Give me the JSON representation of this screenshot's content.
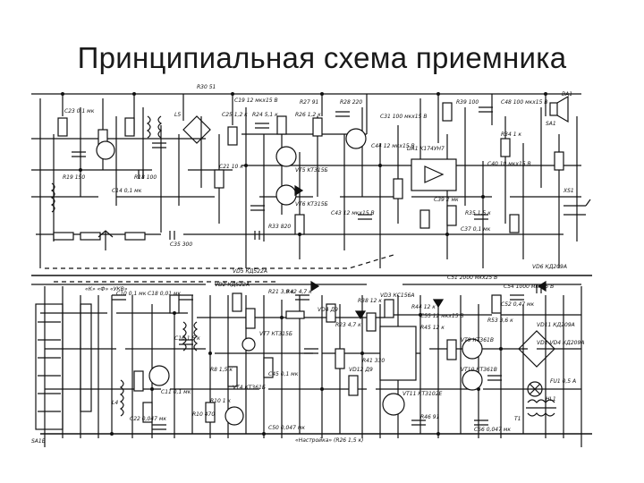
{
  "slide": {
    "title": "Принципиальная схема приемника"
  },
  "schematic": {
    "labels": [
      "R30 51",
      "C19 12 мкх15 В",
      "R27 91",
      "R28 220",
      "R39 100",
      "C48 100 мкх15 В",
      "BA1",
      "C23 0,1 мк",
      "R24 5,1 к",
      "R26 1,2 к",
      "C25 1,2 к",
      "C31 100 мкх15 В",
      "DA1 K174УН7",
      "VT5 KT315Б",
      "VT6 KT315Б",
      "C21 10 к",
      "C44 12 мкх15 В",
      "R34 1 к",
      "C43 12 мкх15 В",
      "SA1",
      "R19 150",
      "R18 100",
      "C14 0,1 мк",
      "C39 2 мк",
      "C40 10 мкх15 В",
      "R33 820",
      "R35 1,5 к",
      "C37 0,1 мк",
      "C35 300",
      "XS1",
      "VD5 КД522А",
      "R21 3,9 к",
      "VD4 Д9",
      "R42 4,7 к",
      "VT7 КТ315Б",
      "VD3 КС156А",
      "VT9 КТ361В",
      "VT10 КТ361В",
      "C52 0,47 мк",
      "C54 1000 мкх25 В",
      "VD6 КД209А",
      "R44 12 к",
      "R53 3,6 к",
      "C55 12 мкх15 В",
      "C51 2000 мкх25 В",
      "VD11 КД209А",
      "C56 0,047 мк",
      "VT11 КТ3102Е",
      "C45 0,1 мк",
      "R8 1,5 к",
      "VD12 Д9",
      "C10 0,1 мк",
      "C11 0,1 мк",
      "L4",
      "L5",
      "C18 0,01 мк",
      "R10 1 к",
      "C16 1,5 к",
      "C50 0,047 мк",
      "SA1Б",
      "«К» «Ф» «УКВ»",
      "VD2 КД522А",
      "VD1-VD4 КД209А",
      "T1",
      "FU1 0,5 А",
      "R23 4,7 к",
      "HL1",
      "R45 12 к",
      "R46 91",
      "R38 12 к",
      "C22 0,047 мк",
      "R10 470",
      "R41 330",
      "VT4 КТ361Б",
      "«Настройка» (R26 1,5 к)"
    ]
  }
}
